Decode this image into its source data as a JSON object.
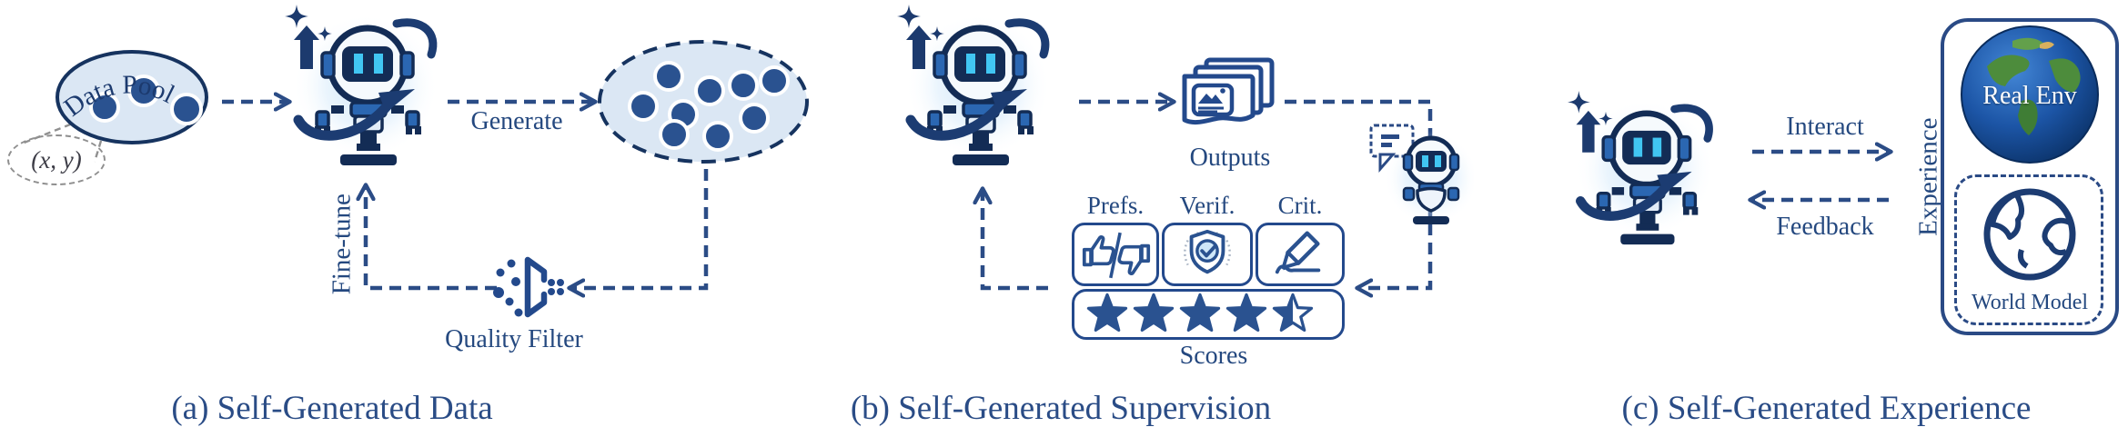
{
  "figure": {
    "type": "three-panel research diagram",
    "colors": {
      "navy_line": "#2b4c86",
      "navy_dark": "#16335f",
      "text_navy": "#24487f",
      "mid_blue": "#2b67b2",
      "cyan_eyes": "#41c6f2",
      "light_fill": "#dbe7f4",
      "gray_dashed": "#8f8f8f"
    }
  },
  "panels": {
    "a": {
      "caption": "(a) Self-Generated Data",
      "data_pool_label": "Data Pool",
      "pool_dot_count": 3,
      "xy_label": "(x, y)",
      "generate_label": "Generate",
      "generated_dot_count": 9,
      "fine_tune_label": "Fine-tune",
      "quality_filter_label": "Quality Filter"
    },
    "b": {
      "caption": "(b) Self-Generated Supervision",
      "outputs_label": "Outputs",
      "prefs_label": "Prefs.",
      "verif_label": "Verif.",
      "crit_label": "Crit.",
      "scores_label": "Scores",
      "rating": {
        "filled_stars": 4,
        "half_stars": 1,
        "total": 5
      }
    },
    "c": {
      "caption": "(c) Self-Generated Experience",
      "interact_label": "Interact",
      "feedback_label": "Feedback",
      "experience_label": "Experience",
      "real_env_label": "Real Env",
      "world_model_label": "World Model"
    }
  }
}
